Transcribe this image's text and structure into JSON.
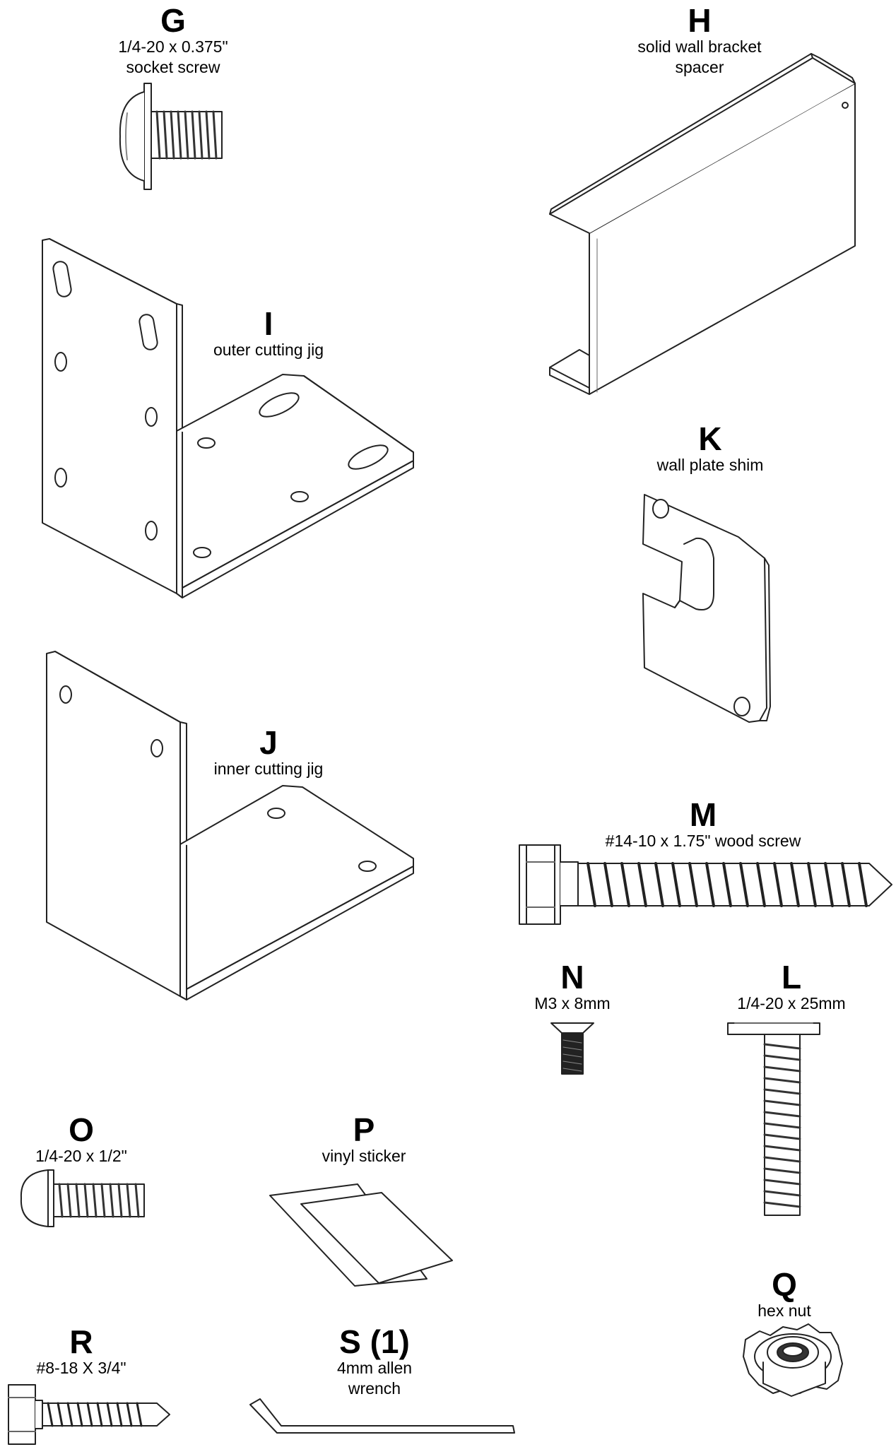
{
  "parts": [
    {
      "id": "G",
      "desc": [
        "1/4-20 x 0.375\"",
        "socket screw"
      ]
    },
    {
      "id": "H",
      "desc": [
        "solid wall bracket",
        "spacer"
      ]
    },
    {
      "id": "I",
      "desc": [
        "outer cutting jig"
      ]
    },
    {
      "id": "K",
      "desc": [
        "wall plate shim"
      ]
    },
    {
      "id": "J",
      "desc": [
        "inner cutting jig"
      ]
    },
    {
      "id": "M",
      "desc": [
        "#14-10 x 1.75\" wood screw"
      ]
    },
    {
      "id": "N",
      "desc": [
        "M3 x 8mm"
      ]
    },
    {
      "id": "L",
      "desc": [
        "1/4-20 x 25mm"
      ]
    },
    {
      "id": "O",
      "desc": [
        "1/4-20 x 1/2\""
      ]
    },
    {
      "id": "P",
      "desc": [
        "vinyl sticker"
      ]
    },
    {
      "id": "Q",
      "desc": [
        "hex nut"
      ]
    },
    {
      "id": "R",
      "desc": [
        "#8-18 X 3/4\""
      ]
    },
    {
      "id": "S (1)",
      "desc": [
        "4mm allen",
        "wrench"
      ]
    }
  ]
}
